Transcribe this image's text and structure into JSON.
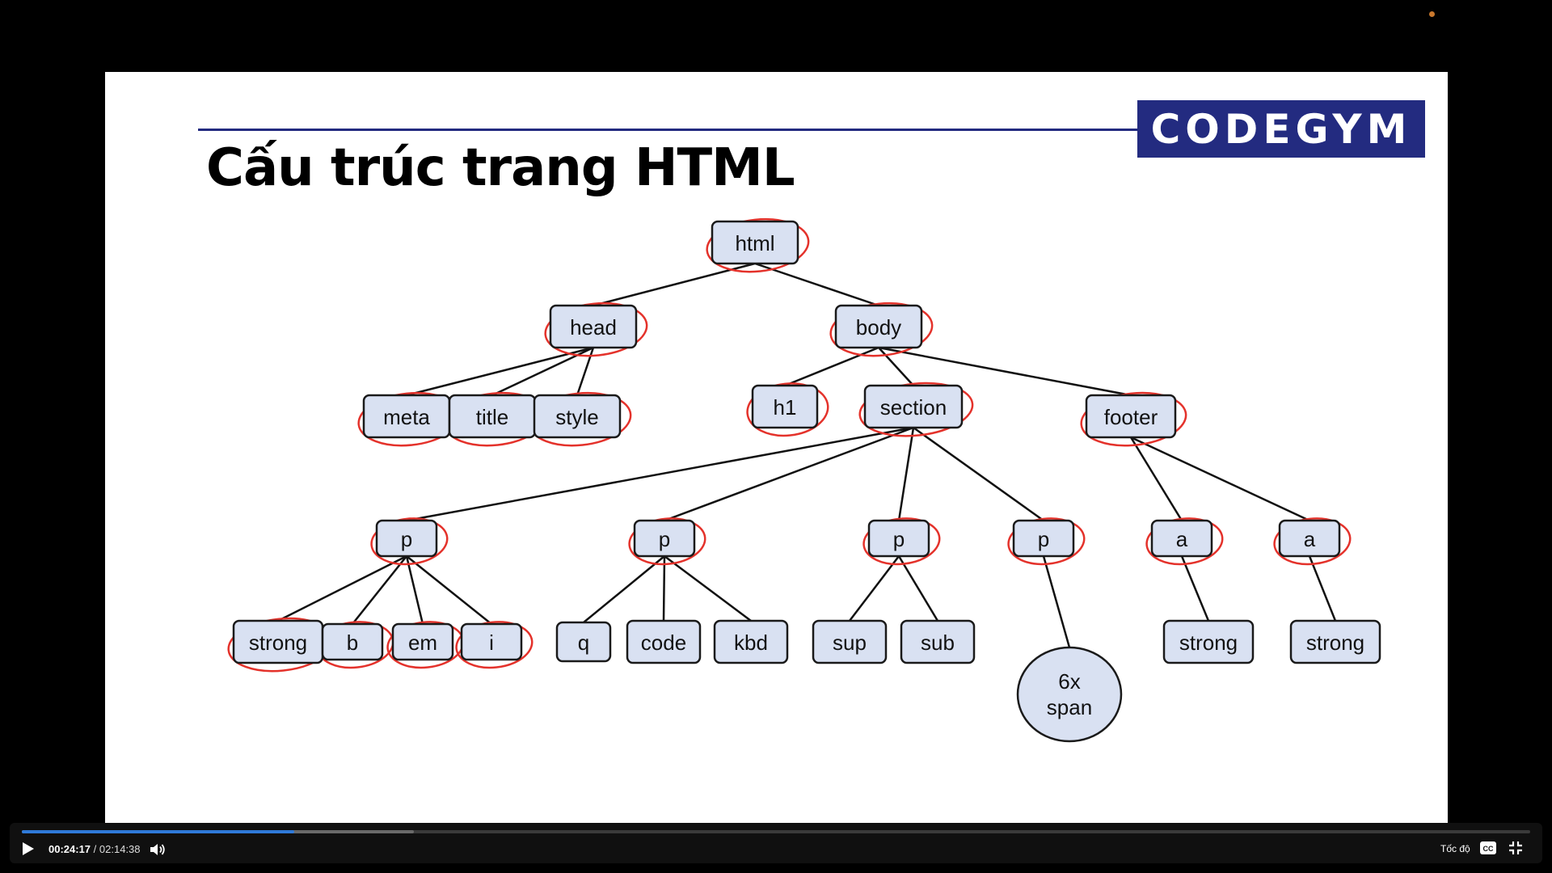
{
  "slide": {
    "title": "Cấu trúc trang HTML",
    "logo": "CODEGYM"
  },
  "tree": {
    "nodes": [
      {
        "id": "html",
        "label": "html"
      },
      {
        "id": "head",
        "label": "head"
      },
      {
        "id": "body",
        "label": "body"
      },
      {
        "id": "meta",
        "label": "meta"
      },
      {
        "id": "title",
        "label": "title"
      },
      {
        "id": "style",
        "label": "style"
      },
      {
        "id": "h1",
        "label": "h1"
      },
      {
        "id": "section",
        "label": "section"
      },
      {
        "id": "footer",
        "label": "footer"
      },
      {
        "id": "p1",
        "label": "p"
      },
      {
        "id": "p2",
        "label": "p"
      },
      {
        "id": "p3",
        "label": "p"
      },
      {
        "id": "p4",
        "label": "p"
      },
      {
        "id": "a1",
        "label": "a"
      },
      {
        "id": "a2",
        "label": "a"
      },
      {
        "id": "strong1",
        "label": "strong"
      },
      {
        "id": "b",
        "label": "b"
      },
      {
        "id": "em",
        "label": "em"
      },
      {
        "id": "i",
        "label": "i"
      },
      {
        "id": "q",
        "label": "q"
      },
      {
        "id": "code",
        "label": "code"
      },
      {
        "id": "kbd",
        "label": "kbd"
      },
      {
        "id": "sup",
        "label": "sup"
      },
      {
        "id": "sub",
        "label": "sub"
      },
      {
        "id": "span",
        "label": "6x\nspan",
        "shape": "circle"
      },
      {
        "id": "strong2",
        "label": "strong"
      },
      {
        "id": "strong3",
        "label": "strong"
      }
    ],
    "edges": [
      [
        "html",
        "head"
      ],
      [
        "html",
        "body"
      ],
      [
        "head",
        "meta"
      ],
      [
        "head",
        "title"
      ],
      [
        "head",
        "style"
      ],
      [
        "body",
        "h1"
      ],
      [
        "body",
        "section"
      ],
      [
        "body",
        "footer"
      ],
      [
        "section",
        "p1"
      ],
      [
        "section",
        "p2"
      ],
      [
        "section",
        "p3"
      ],
      [
        "section",
        "p4"
      ],
      [
        "footer",
        "a1"
      ],
      [
        "footer",
        "a2"
      ],
      [
        "p1",
        "strong1"
      ],
      [
        "p1",
        "b"
      ],
      [
        "p1",
        "em"
      ],
      [
        "p1",
        "i"
      ],
      [
        "p2",
        "q"
      ],
      [
        "p2",
        "code"
      ],
      [
        "p2",
        "kbd"
      ],
      [
        "p3",
        "sup"
      ],
      [
        "p3",
        "sub"
      ],
      [
        "p4",
        "span"
      ],
      [
        "a1",
        "strong2"
      ],
      [
        "a2",
        "strong3"
      ]
    ],
    "circled": [
      "html",
      "head",
      "body",
      "meta",
      "title",
      "style",
      "h1",
      "section",
      "footer",
      "p1",
      "p2",
      "p3",
      "p4",
      "a1",
      "a2",
      "strong1",
      "b",
      "em",
      "i"
    ],
    "node_fill": "#d9e1f2",
    "annotation_color": "#e4322b"
  },
  "player": {
    "current_time": "00:24:17",
    "duration": "02:14:38",
    "progress": 0.1804,
    "buffered": 0.26,
    "speed_label": "Tốc độ",
    "accent": "#2f7ad9"
  }
}
